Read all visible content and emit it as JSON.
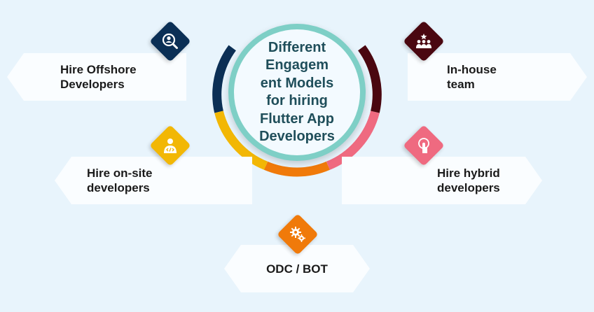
{
  "center": {
    "title_lines": [
      "Different",
      "Engagem",
      "ent Models",
      "for hiring",
      "Flutter App",
      "Developers"
    ]
  },
  "models": [
    {
      "id": "offshore",
      "line1": "Hire Offshore",
      "line2": "Developers",
      "icon": "search-user-icon",
      "color": "#0b2f55"
    },
    {
      "id": "onsite",
      "line1": "Hire on-site",
      "line2": "developers",
      "icon": "developer-icon",
      "color": "#f2b705"
    },
    {
      "id": "odc",
      "line1": "ODC / BOT",
      "line2": "",
      "icon": "gears-icon",
      "color": "#f07a0a"
    },
    {
      "id": "hybrid",
      "line1": "Hire hybrid",
      "line2": "developers",
      "icon": "touch-icon",
      "color": "#ef6a80"
    },
    {
      "id": "inhouse",
      "line1": "In-house",
      "line2": "team",
      "icon": "team-icon",
      "color": "#4a0710"
    }
  ]
}
